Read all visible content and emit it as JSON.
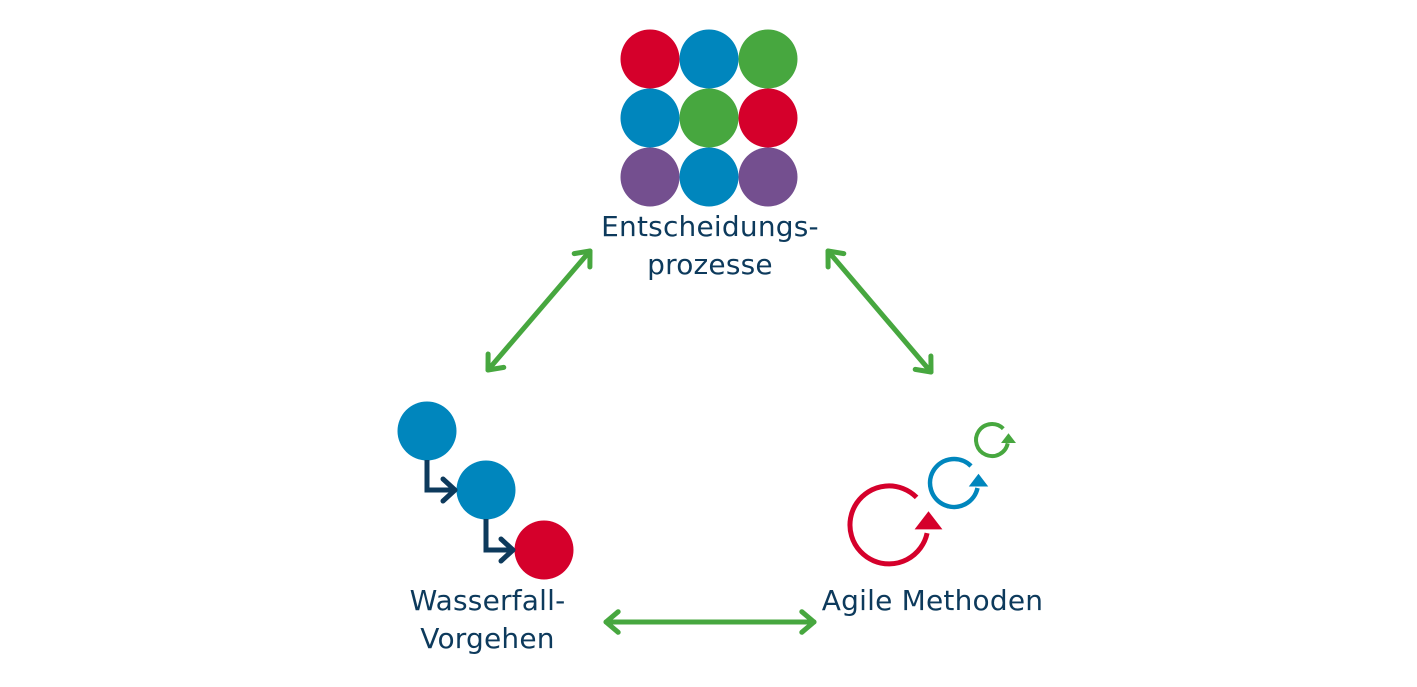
{
  "colors": {
    "red": "#d5002b",
    "blue": "#0086bd",
    "green": "#47a73f",
    "purple": "#744f8f",
    "navy": "#0d3a5c",
    "arrow": "#47a73f"
  },
  "nodes": {
    "decision": {
      "label_lines": [
        "Entscheidungs-",
        "prozesse"
      ],
      "grid_colors": [
        [
          "red",
          "blue",
          "green"
        ],
        [
          "blue",
          "green",
          "red"
        ],
        [
          "purple",
          "blue",
          "purple"
        ]
      ]
    },
    "waterfall": {
      "label_lines": [
        "Wasserfall-",
        "Vorgehen"
      ],
      "step_colors": [
        "blue",
        "blue",
        "red"
      ]
    },
    "agile": {
      "label_lines": [
        "Agile Methoden"
      ],
      "loop_colors": [
        "red",
        "blue",
        "green"
      ]
    }
  },
  "connections": [
    {
      "from": "waterfall",
      "to": "decision",
      "bidirectional": true
    },
    {
      "from": "decision",
      "to": "agile",
      "bidirectional": true
    },
    {
      "from": "waterfall",
      "to": "agile",
      "bidirectional": true
    }
  ]
}
